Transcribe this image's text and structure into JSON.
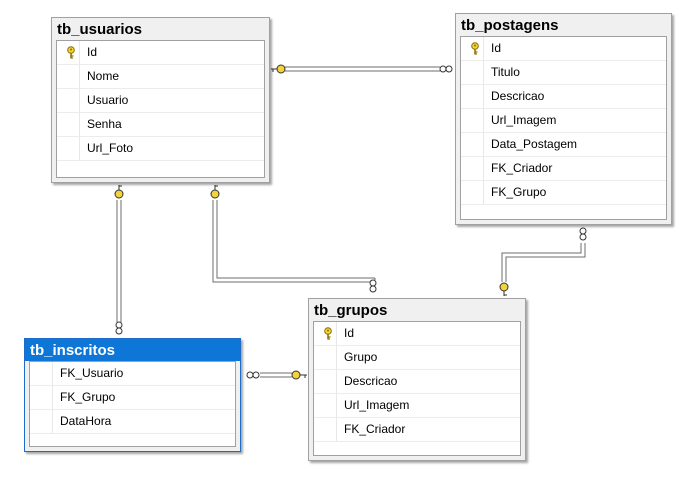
{
  "tables": {
    "usuarios": {
      "name": "tb_usuarios",
      "columns": [
        "Id",
        "Nome",
        "Usuario",
        "Senha",
        "Url_Foto"
      ]
    },
    "postagens": {
      "name": "tb_postagens",
      "columns": [
        "Id",
        "Titulo",
        "Descricao",
        "Url_Imagem",
        "Data_Postagem",
        "FK_Criador",
        "FK_Grupo"
      ]
    },
    "grupos": {
      "name": "tb_grupos",
      "columns": [
        "Id",
        "Grupo",
        "Descricao",
        "Url_Imagem",
        "FK_Criador"
      ]
    },
    "inscritos": {
      "name": "tb_inscritos",
      "columns": [
        "FK_Usuario",
        "FK_Grupo",
        "DataHora"
      ]
    }
  },
  "colors": {
    "selected_header": "#0e76d6",
    "key_yellow": "#f2d43a",
    "line": "#6e6e6e"
  },
  "icons": {
    "primary_key": "key-icon",
    "relationship_one": "key-end-icon",
    "relationship_many": "infinity-icon"
  }
}
